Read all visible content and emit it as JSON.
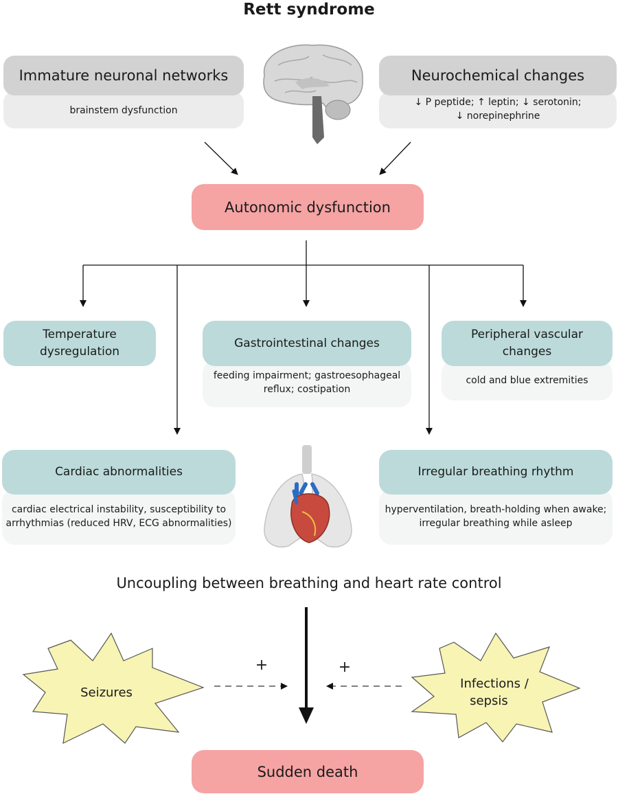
{
  "title": "Rett syndrome",
  "top_left": {
    "heading": "Immature neuronal networks",
    "detail": "brainstem  dysfunction"
  },
  "top_right": {
    "heading": "Neurochemical changes",
    "detail_line1": "↓ P peptide; ↑ leptin; ↓ serotonin;",
    "detail_line2": "↓ norepinephrine"
  },
  "central": "Autonomic dysfunction",
  "temperature": {
    "line1": "Temperature",
    "line2": "dysregulation"
  },
  "gastro": {
    "heading": "Gastrointestinal changes",
    "detail_line1": "feeding impairment; gastroesophageal",
    "detail_line2": "reflux; costipation"
  },
  "peripheral": {
    "line1": "Peripheral vascular",
    "line2": "changes",
    "detail": "cold and blue extremities"
  },
  "cardiac": {
    "heading": "Cardiac abnormalities",
    "detail_line1": "cardiac electrical instability, susceptibility to",
    "detail_line2": "arrhythmias (reduced HRV, ECG abnormalities)"
  },
  "breathing": {
    "heading": "Irregular breathing rhythm",
    "detail_line1": "hyperventilation, breath-holding when awake;",
    "detail_line2": "irregular breathing while asleep"
  },
  "uncoupling": "Uncoupling between breathing and heart rate control",
  "seizures": "Seizures",
  "infections": {
    "line1": "Infections /",
    "line2": "sepsis"
  },
  "plus_left": "+",
  "plus_right": "+",
  "outcome": "Sudden death",
  "colors": {
    "gray_head": "#d2d2d2",
    "gray_body": "#ececec",
    "red": "#f5a3a3",
    "teal": "#bcdada",
    "light": "#f4f5f5",
    "burst": "#f7f4b4"
  },
  "icons": [
    "brain-icon",
    "heart-lungs-icon"
  ]
}
